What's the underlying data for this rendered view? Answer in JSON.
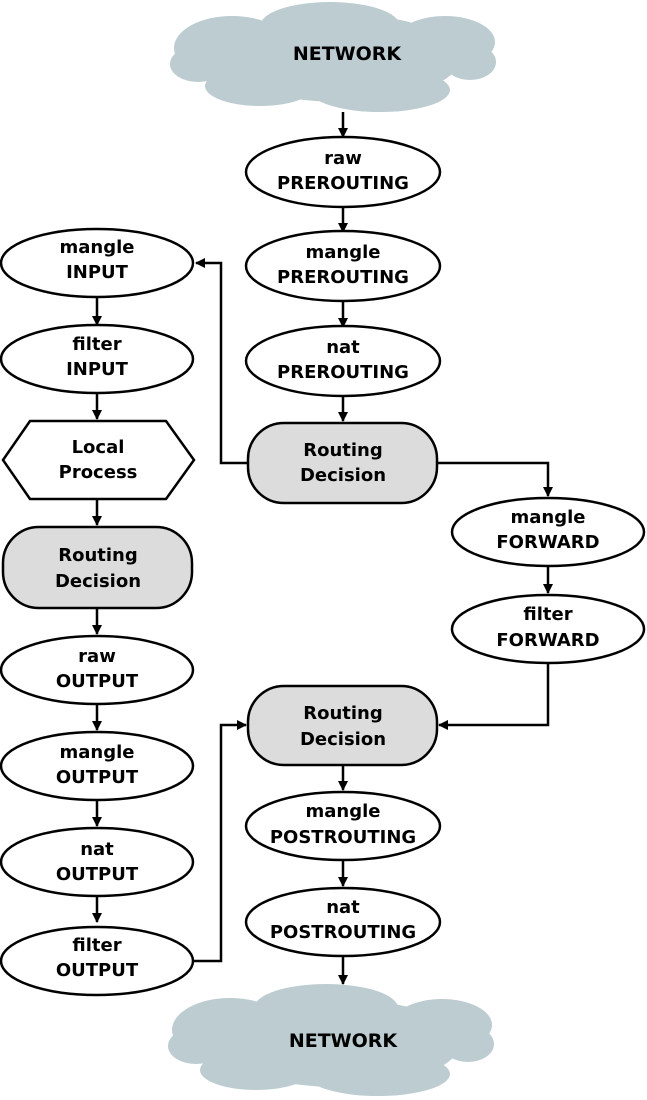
{
  "colors": {
    "cloud": "#bcccd0",
    "routing_fill": "#dcdcdc",
    "node_fill": "#ffffff",
    "stroke": "#000000"
  },
  "network_top": {
    "label": "NETWORK"
  },
  "network_bottom": {
    "label": "NETWORK"
  },
  "prerouting": {
    "raw": {
      "line1": "raw",
      "line2": "PREROUTING"
    },
    "mangle": {
      "line1": "mangle",
      "line2": "PREROUTING"
    },
    "nat": {
      "line1": "nat",
      "line2": "PREROUTING"
    }
  },
  "routing_decision_1": {
    "line1": "Routing",
    "line2": "Decision"
  },
  "input": {
    "mangle": {
      "line1": "mangle",
      "line2": "INPUT"
    },
    "filter": {
      "line1": "filter",
      "line2": "INPUT"
    }
  },
  "local_process": {
    "line1": "Local",
    "line2": "Process"
  },
  "routing_decision_2": {
    "line1": "Routing",
    "line2": "Decision"
  },
  "output": {
    "raw": {
      "line1": "raw",
      "line2": "OUTPUT"
    },
    "mangle": {
      "line1": "mangle",
      "line2": "OUTPUT"
    },
    "nat": {
      "line1": "nat",
      "line2": "OUTPUT"
    },
    "filter": {
      "line1": "filter",
      "line2": "OUTPUT"
    }
  },
  "forward": {
    "mangle": {
      "line1": "mangle",
      "line2": "FORWARD"
    },
    "filter": {
      "line1": "filter",
      "line2": "FORWARD"
    }
  },
  "routing_decision_3": {
    "line1": "Routing",
    "line2": "Decision"
  },
  "postrouting": {
    "mangle": {
      "line1": "mangle",
      "line2": "POSTROUTING"
    },
    "nat": {
      "line1": "nat",
      "line2": "POSTROUTING"
    }
  }
}
